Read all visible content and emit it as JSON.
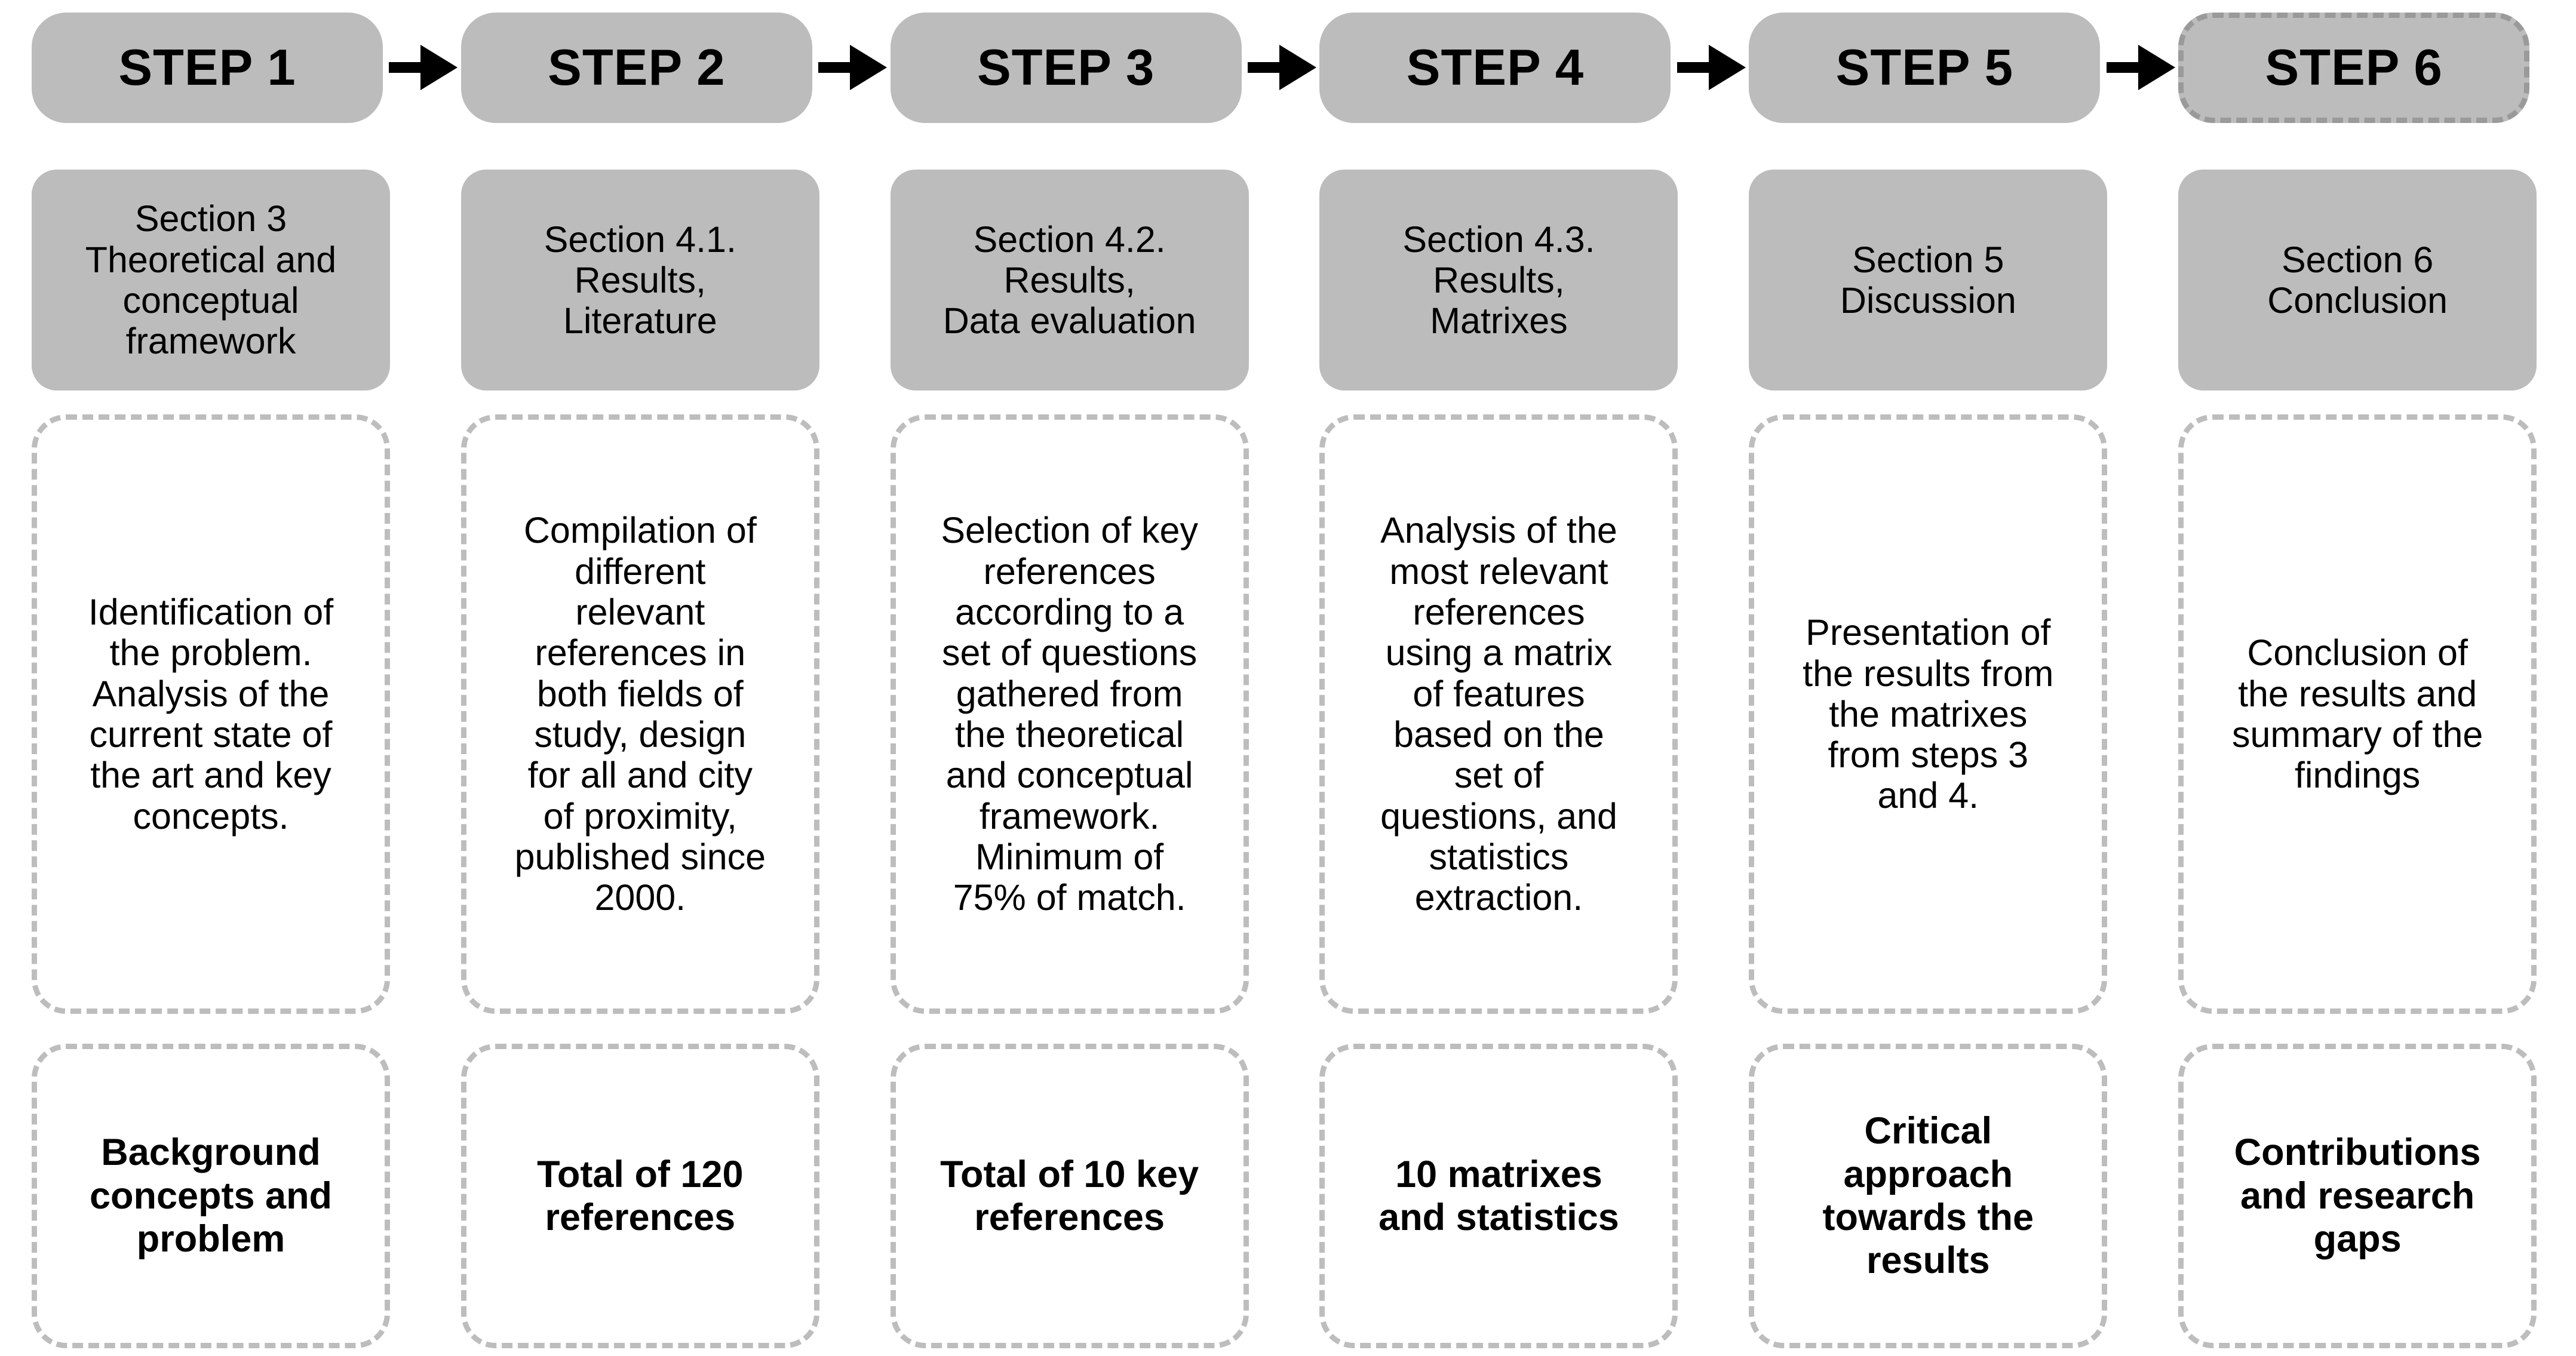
{
  "diagram": {
    "title": "Research methodology step flow",
    "colors": {
      "box_fill_gray": "#bcbcbc",
      "dashed_border_gray": "#bdbdbd",
      "step6_dashed_border": "#9a9a9a",
      "arrow": "#000000",
      "background": "#ffffff",
      "text": "#000000"
    },
    "columns": [
      {
        "step_label": "STEP 1",
        "step_dashed": true,
        "section": "Section 3\nTheoretical and\nconceptual\nframework",
        "description": "Identification of\nthe problem.\nAnalysis of the\ncurrent state of\nthe art and key\nconcepts.",
        "outcome": "Background\nconcepts and\nproblem"
      },
      {
        "step_label": "STEP 2",
        "step_dashed": false,
        "section": "Section 4.1.\nResults,\nLiterature",
        "description": "Compilation of\ndifferent\nrelevant\nreferences in\nboth fields of\nstudy, design\nfor all and city\nof proximity,\npublished since\n2000.",
        "outcome": "Total of 120\nreferences"
      },
      {
        "step_label": "STEP 3",
        "step_dashed": false,
        "section": "Section 4.2.\nResults,\nData evaluation",
        "description": "Selection of key\nreferences\naccording to a\nset of questions\ngathered from\nthe theoretical\nand conceptual\nframework.\nMinimum of\n75% of match.",
        "outcome": "Total of 10 key\nreferences"
      },
      {
        "step_label": "STEP 4",
        "step_dashed": false,
        "section": "Section 4.3.\nResults,\nMatrixes",
        "description": "Analysis of the\nmost relevant\nreferences\nusing a matrix\nof features\nbased on the\nset of\nquestions, and\nstatistics\nextraction.",
        "outcome": "10 matrixes\nand statistics"
      },
      {
        "step_label": "STEP 5",
        "step_dashed": false,
        "section": "Section 5\nDiscussion",
        "description": "Presentation of\nthe results from\nthe matrixes\nfrom steps 3\nand 4.",
        "outcome": "Critical\napproach\ntowards the\nresults"
      },
      {
        "step_label": "STEP 6",
        "step_dashed": true,
        "section": "Section 6\nConclusion",
        "description": "Conclusion of\nthe results and\nsummary of the\nfindings",
        "outcome": "Contributions\nand research\ngaps"
      }
    ],
    "arrows": [
      {
        "name": "arrow-step1-to-step2"
      },
      {
        "name": "arrow-step2-to-step3"
      },
      {
        "name": "arrow-step3-to-step4"
      },
      {
        "name": "arrow-step4-to-step5"
      },
      {
        "name": "arrow-step5-to-step6"
      }
    ]
  }
}
